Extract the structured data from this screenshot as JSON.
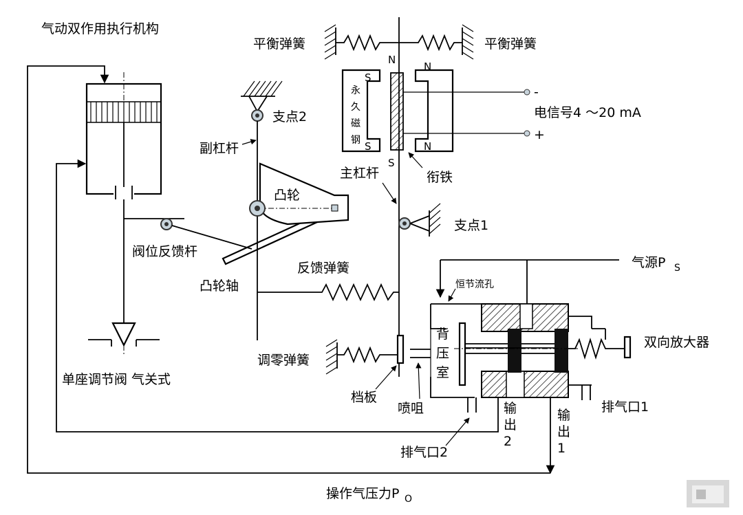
{
  "title": "气动双作用执行机构",
  "labels": {
    "balance_spring_left": "平衡弹簧",
    "balance_spring_right": "平衡弹簧",
    "magnet_n_top": "N",
    "magnet_s_left_top": "S",
    "magnet_s_left_bottom": "S",
    "magnet_n_right_top": "N",
    "magnet_n_right_bottom": "N",
    "magnet_s_armature": "S",
    "permanent_magnet": [
      "永",
      "久",
      "磁",
      "钢"
    ],
    "signal_minus": "-",
    "signal_plus": "+",
    "electric_signal": "电信号4 ～20 mA",
    "armature": "衔铁",
    "pivot2": "支点2",
    "secondary_lever": "副杠杆",
    "main_lever": "主杠杆",
    "cam": "凸轮",
    "pivot1": "支点1",
    "valve_feedback_rod": "阀位反馈杆",
    "feedback_spring": "反馈弹簧",
    "cam_shaft": "凸轮轴",
    "air_source": "气源P",
    "air_source_sub": "S",
    "constant_orifice": "恒节流孔",
    "back_pressure_chamber": [
      "背",
      "压",
      "室"
    ],
    "bidirectional_amplifier": "双向放大器",
    "zero_spring": "调零弹簧",
    "baffle": "档板",
    "nozzle": "喷咀",
    "exhaust1": "排气口1",
    "exhaust2": "排气口2",
    "output1": [
      "输",
      "出",
      "1"
    ],
    "output2": [
      "输",
      "出",
      "2"
    ],
    "single_seat_valve": "单座调节阀  气关式",
    "operating_pressure": "操作气压力P",
    "operating_pressure_sub": "O"
  }
}
